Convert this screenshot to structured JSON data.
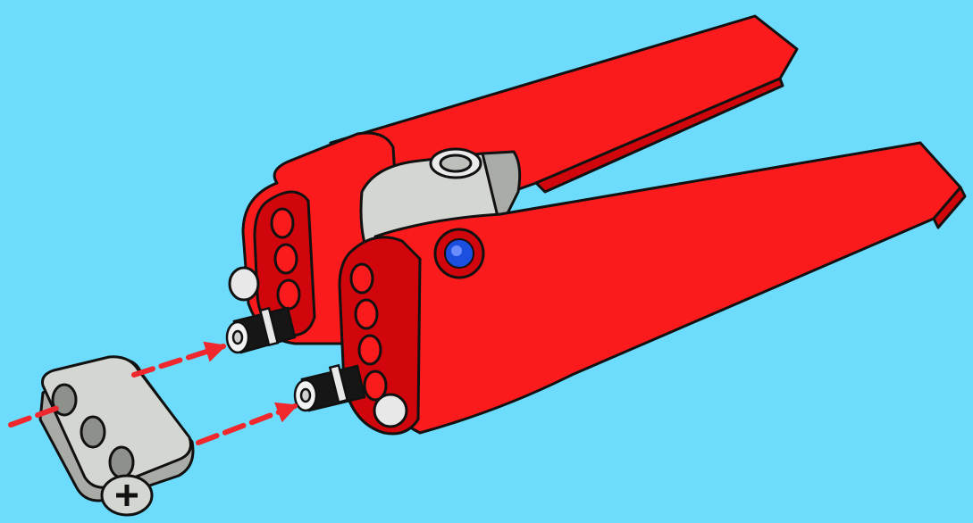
{
  "diagram": {
    "kind": "lego-technic-assembly-step",
    "components": {
      "main_assembly": "red-panel-pair-with-gray-connector",
      "loose_part": "gray-thick-liftarm-with-cross-axle",
      "connectors": [
        "black-friction-pin",
        "black-friction-pin"
      ],
      "axle_marker": "blue-axle-end",
      "motion_arrows": 3
    },
    "colors": {
      "background": "#6ddcfc",
      "part_red": "#fb1a1c",
      "part_red_shade": "#d0060c",
      "part_gray": "#d4d6d2",
      "part_gray_shade": "#a9aba7",
      "pin_black": "#161616",
      "arrow_red": "#f0282d",
      "axle_blue": "#1c4fe0",
      "outline": "#111111"
    }
  }
}
